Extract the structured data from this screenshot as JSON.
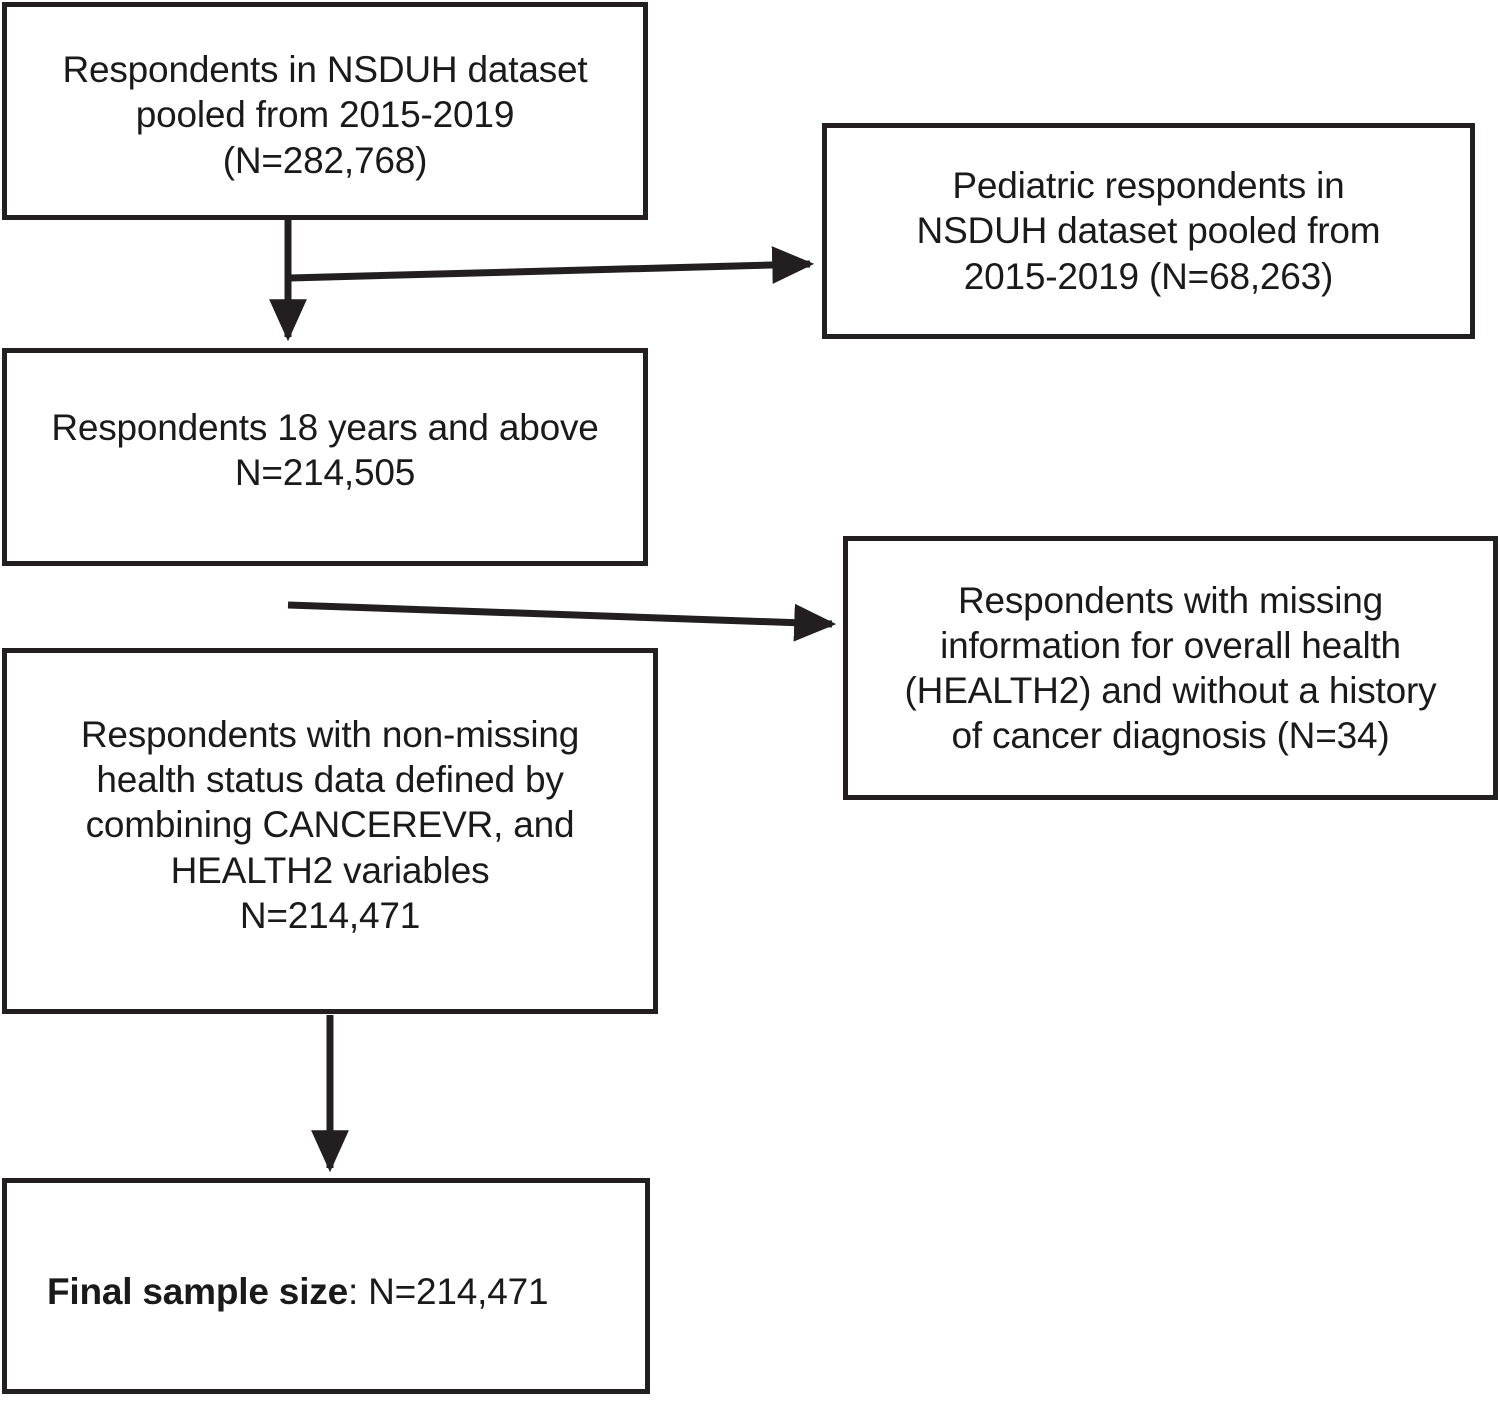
{
  "diagram": {
    "title": "NSDUH study sample selection flowchart",
    "type": "flowchart",
    "orientation": "top-to-bottom with right-side exclusion branches",
    "stroke_color": "#231f20",
    "background_color": "#ffffff",
    "nodes": [
      {
        "id": "box-total",
        "name": "total-respondents-box",
        "text": "Respondents in NSDUH dataset pooled from 2015-2019 (N=282,768)",
        "count": "282,768",
        "role": "source"
      },
      {
        "id": "box-pediatric",
        "name": "pediatric-excluded-box",
        "text": "Pediatric respondents in NSDUH dataset pooled from 2015-2019 (N=68,263)",
        "count": "68,263",
        "role": "exclusion"
      },
      {
        "id": "box-adults",
        "name": "adult-respondents-box",
        "text": "Respondents 18 years and above N=214,505",
        "count": "214,505",
        "role": "included"
      },
      {
        "id": "box-missing",
        "name": "missing-information-excluded-box",
        "text": "Respondents with missing information for overall health (HEALTH2) and without a history of cancer diagnosis (N=34)",
        "count": "34",
        "role": "exclusion"
      },
      {
        "id": "box-nonmissing",
        "name": "non-missing-health-status-box",
        "text": "Respondents with non-missing health status data defined by combining CANCEREVR, and HEALTH2 variables N=214,471",
        "count": "214,471",
        "role": "included"
      },
      {
        "id": "box-final",
        "name": "final-sample-size-box",
        "text": "Final sample size: N=214,471",
        "count": "214,471",
        "role": "final"
      }
    ],
    "edges": [
      {
        "name": "edge-total-to-adults",
        "from": "box-total",
        "to": "box-adults",
        "direction": "down",
        "arrowhead": true
      },
      {
        "name": "edge-total-to-pediatric",
        "from": "box-total",
        "to": "box-pediatric",
        "direction": "right",
        "arrowhead": true
      },
      {
        "name": "edge-adults-to-missing",
        "from": "box-adults",
        "to": "box-missing",
        "direction": "right",
        "arrowhead": true
      },
      {
        "name": "edge-nonmissing-to-final",
        "from": "box-nonmissing",
        "to": "box-final",
        "direction": "down",
        "arrowhead": true
      }
    ]
  },
  "boxes": {
    "total": {
      "line1": "Respondents in NSDUH dataset",
      "line2": "pooled from 2015-2019",
      "line3": "(N=282,768)",
      "full": "Respondents in NSDUH dataset\npooled from 2015-2019\n(N=282,768)"
    },
    "pediatric": {
      "line1": "Pediatric respondents in",
      "line2": "NSDUH dataset pooled from",
      "line3": "2015-2019 (N=68,263)",
      "full": "Pediatric respondents in\nNSDUH dataset pooled from\n2015-2019 (N=68,263)"
    },
    "adults": {
      "line1": "Respondents 18 years and above",
      "line2": "N=214,505",
      "full": "Respondents 18 years and above\nN=214,505"
    },
    "missing": {
      "line1": "Respondents with missing",
      "line2": "information for overall health",
      "line3": "(HEALTH2) and without a history",
      "line4": "of cancer diagnosis (N=34)",
      "full": "Respondents with missing\ninformation for overall health\n(HEALTH2) and without a history\nof cancer diagnosis (N=34)"
    },
    "nonmissing": {
      "line1": "Respondents with non-missing",
      "line2": "health status data defined by",
      "line3": "combining CANCEREVR, and",
      "line4": "HEALTH2 variables",
      "line5": "N=214,471",
      "full": "Respondents with non-missing\nhealth status data defined by\ncombining CANCEREVR, and\nHEALTH2 variables\nN=214,471"
    },
    "final": {
      "label_bold": "Final sample size",
      "label_rest": ": N=214,471",
      "full": "Final sample size: N=214,471"
    }
  }
}
